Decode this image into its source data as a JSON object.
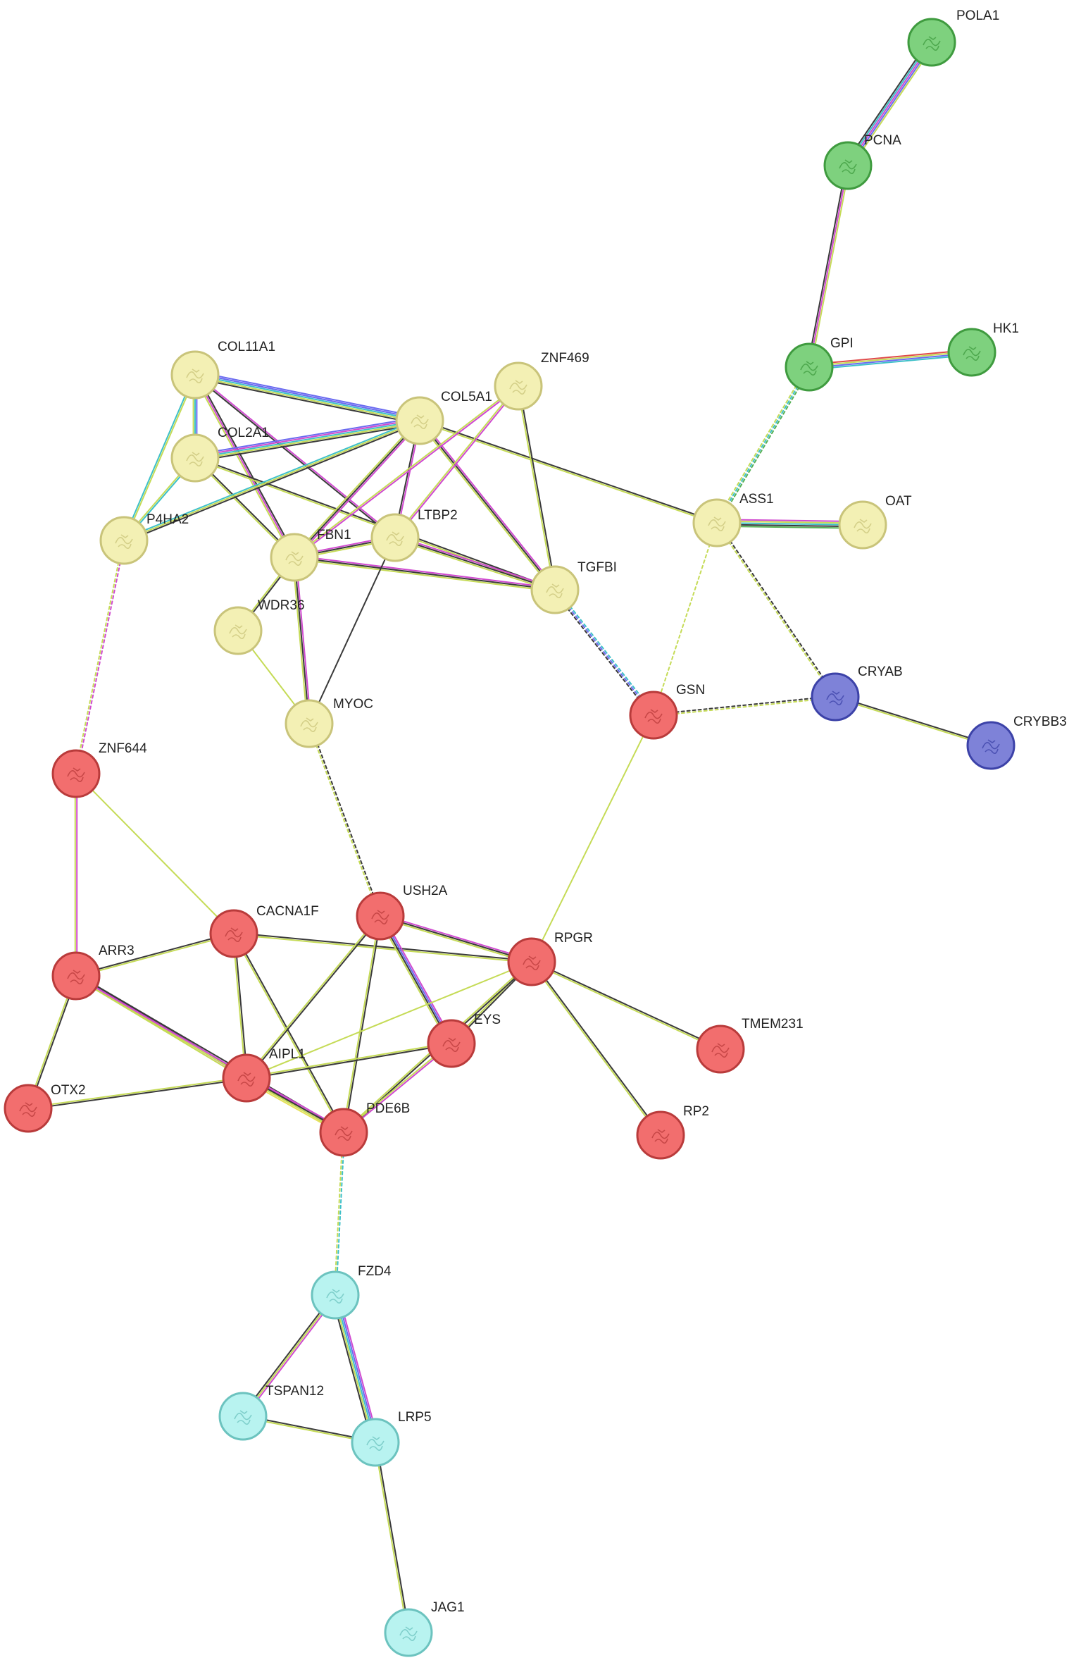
{
  "network": {
    "palette": {
      "yellow": {
        "fill": "#f3f0b4",
        "stroke": "#c9c47a"
      },
      "green": {
        "fill": "#7ed17e",
        "stroke": "#3f9b3f"
      },
      "red": {
        "fill": "#f26e6e",
        "stroke": "#b93b3b"
      },
      "blue": {
        "fill": "#7e82d8",
        "stroke": "#3c42a8"
      },
      "cyan": {
        "fill": "#b8f3f0",
        "stroke": "#6cc3bf"
      }
    },
    "edge_colors": {
      "black": "#3a3a3a",
      "lime": "#c5db56",
      "magenta": "#d04ad0",
      "blue": "#6a6af0",
      "cyan": "#3ec0c8",
      "green": "#55b055",
      "red": "#e04a4a",
      "yellow": "#e6e05a"
    },
    "nodes": [
      {
        "id": "POLA1",
        "label": "POLA1",
        "group": "green"
      },
      {
        "id": "PCNA",
        "label": "PCNA",
        "group": "green"
      },
      {
        "id": "GPI",
        "label": "GPI",
        "group": "green"
      },
      {
        "id": "HK1",
        "label": "HK1",
        "group": "green"
      },
      {
        "id": "COL11A1",
        "label": "COL11A1",
        "group": "yellow"
      },
      {
        "id": "ZNF469",
        "label": "ZNF469",
        "group": "yellow"
      },
      {
        "id": "COL5A1",
        "label": "COL5A1",
        "group": "yellow"
      },
      {
        "id": "COL2A1",
        "label": "COL2A1",
        "group": "yellow"
      },
      {
        "id": "P4HA2",
        "label": "P4HA2",
        "group": "yellow"
      },
      {
        "id": "FBN1",
        "label": "FBN1",
        "group": "yellow"
      },
      {
        "id": "LTBP2",
        "label": "LTBP2",
        "group": "yellow"
      },
      {
        "id": "ASS1",
        "label": "ASS1",
        "group": "yellow"
      },
      {
        "id": "OAT",
        "label": "OAT",
        "group": "yellow"
      },
      {
        "id": "TGFBI",
        "label": "TGFBI",
        "group": "yellow"
      },
      {
        "id": "WDR36",
        "label": "WDR36",
        "group": "yellow"
      },
      {
        "id": "MYOC",
        "label": "MYOC",
        "group": "yellow"
      },
      {
        "id": "GSN",
        "label": "GSN",
        "group": "red"
      },
      {
        "id": "CRYAB",
        "label": "CRYAB",
        "group": "blue"
      },
      {
        "id": "CRYBB3",
        "label": "CRYBB3",
        "group": "blue"
      },
      {
        "id": "ZNF644",
        "label": "ZNF644",
        "group": "red"
      },
      {
        "id": "USH2A",
        "label": "USH2A",
        "group": "red"
      },
      {
        "id": "CACNA1F",
        "label": "CACNA1F",
        "group": "red"
      },
      {
        "id": "RPGR",
        "label": "RPGR",
        "group": "red"
      },
      {
        "id": "ARR3",
        "label": "ARR3",
        "group": "red"
      },
      {
        "id": "EYS",
        "label": "EYS",
        "group": "red"
      },
      {
        "id": "TMEM231",
        "label": "TMEM231",
        "group": "red"
      },
      {
        "id": "AIPL1",
        "label": "AIPL1",
        "group": "red"
      },
      {
        "id": "OTX2",
        "label": "OTX2",
        "group": "red"
      },
      {
        "id": "PDE6B",
        "label": "PDE6B",
        "group": "red"
      },
      {
        "id": "RP2",
        "label": "RP2",
        "group": "red"
      },
      {
        "id": "FZD4",
        "label": "FZD4",
        "group": "cyan"
      },
      {
        "id": "TSPAN12",
        "label": "TSPAN12",
        "group": "cyan"
      },
      {
        "id": "LRP5",
        "label": "LRP5",
        "group": "cyan"
      },
      {
        "id": "JAG1",
        "label": "JAG1",
        "group": "cyan"
      }
    ],
    "edges": [
      {
        "source": "POLA1",
        "target": "PCNA",
        "colors": [
          "lime",
          "blue",
          "magenta",
          "cyan",
          "black"
        ],
        "dashed": false
      },
      {
        "source": "PCNA",
        "target": "GPI",
        "colors": [
          "lime",
          "magenta",
          "black"
        ],
        "dashed": false
      },
      {
        "source": "GPI",
        "target": "HK1",
        "colors": [
          "red",
          "lime",
          "blue",
          "cyan"
        ],
        "dashed": false
      },
      {
        "source": "GPI",
        "target": "ASS1",
        "colors": [
          "green",
          "cyan",
          "lime"
        ],
        "dashed": true
      },
      {
        "source": "COL11A1",
        "target": "COL5A1",
        "colors": [
          "blue",
          "blue",
          "cyan",
          "lime",
          "black"
        ],
        "dashed": false
      },
      {
        "source": "COL11A1",
        "target": "COL2A1",
        "colors": [
          "blue",
          "cyan",
          "lime"
        ],
        "dashed": false
      },
      {
        "source": "COL11A1",
        "target": "P4HA2",
        "colors": [
          "lime",
          "cyan"
        ],
        "dashed": false
      },
      {
        "source": "COL11A1",
        "target": "FBN1",
        "colors": [
          "black",
          "magenta",
          "lime"
        ],
        "dashed": false
      },
      {
        "source": "COL11A1",
        "target": "LTBP2",
        "colors": [
          "magenta",
          "black"
        ],
        "dashed": false
      },
      {
        "source": "COL2A1",
        "target": "COL5A1",
        "colors": [
          "blue",
          "magenta",
          "cyan",
          "lime",
          "black"
        ],
        "dashed": false
      },
      {
        "source": "COL2A1",
        "target": "P4HA2",
        "colors": [
          "cyan",
          "lime"
        ],
        "dashed": false
      },
      {
        "source": "COL2A1",
        "target": "FBN1",
        "colors": [
          "black",
          "lime"
        ],
        "dashed": false
      },
      {
        "source": "COL2A1",
        "target": "TGFBI",
        "colors": [
          "black",
          "lime"
        ],
        "dashed": false
      },
      {
        "source": "P4HA2",
        "target": "COL5A1",
        "colors": [
          "cyan",
          "lime",
          "black"
        ],
        "dashed": false
      },
      {
        "source": "COL5A1",
        "target": "FBN1",
        "colors": [
          "magenta",
          "black",
          "lime"
        ],
        "dashed": false
      },
      {
        "source": "COL5A1",
        "target": "LTBP2",
        "colors": [
          "magenta",
          "black"
        ],
        "dashed": false
      },
      {
        "source": "COL5A1",
        "target": "TGFBI",
        "colors": [
          "magenta",
          "black",
          "lime"
        ],
        "dashed": false
      },
      {
        "source": "COL5A1",
        "target": "ASS1",
        "colors": [
          "black",
          "lime"
        ],
        "dashed": false
      },
      {
        "source": "ZNF469",
        "target": "FBN1",
        "colors": [
          "magenta",
          "lime"
        ],
        "dashed": false
      },
      {
        "source": "ZNF469",
        "target": "LTBP2",
        "colors": [
          "magenta",
          "lime"
        ],
        "dashed": false
      },
      {
        "source": "ZNF469",
        "target": "TGFBI",
        "colors": [
          "black",
          "lime"
        ],
        "dashed": false
      },
      {
        "source": "FBN1",
        "target": "LTBP2",
        "colors": [
          "magenta",
          "black",
          "lime"
        ],
        "dashed": false
      },
      {
        "source": "FBN1",
        "target": "TGFBI",
        "colors": [
          "magenta",
          "black",
          "lime"
        ],
        "dashed": false
      },
      {
        "source": "FBN1",
        "target": "WDR36",
        "colors": [
          "black",
          "lime"
        ],
        "dashed": false
      },
      {
        "source": "FBN1",
        "target": "MYOC",
        "colors": [
          "magenta",
          "black",
          "lime"
        ],
        "dashed": false
      },
      {
        "source": "LTBP2",
        "target": "TGFBI",
        "colors": [
          "magenta",
          "black",
          "lime"
        ],
        "dashed": false
      },
      {
        "source": "LTBP2",
        "target": "MYOC",
        "colors": [
          "black"
        ],
        "dashed": false
      },
      {
        "source": "WDR36",
        "target": "MYOC",
        "colors": [
          "lime"
        ],
        "dashed": false
      },
      {
        "source": "MYOC",
        "target": "USH2A",
        "colors": [
          "black",
          "lime"
        ],
        "dashed": true
      },
      {
        "source": "TGFBI",
        "target": "GSN",
        "colors": [
          "cyan",
          "blue",
          "black"
        ],
        "dashed": true
      },
      {
        "source": "ASS1",
        "target": "OAT",
        "colors": [
          "magenta",
          "lime",
          "cyan",
          "black",
          "green"
        ],
        "dashed": false
      },
      {
        "source": "ASS1",
        "target": "GSN",
        "colors": [
          "lime"
        ],
        "dashed": true
      },
      {
        "source": "ASS1",
        "target": "CRYAB",
        "colors": [
          "black",
          "lime"
        ],
        "dashed": true
      },
      {
        "source": "GSN",
        "target": "CRYAB",
        "colors": [
          "black",
          "lime"
        ],
        "dashed": true
      },
      {
        "source": "CRYAB",
        "target": "CRYBB3",
        "colors": [
          "black",
          "lime"
        ],
        "dashed": false
      },
      {
        "source": "GSN",
        "target": "RPGR",
        "colors": [
          "lime"
        ],
        "dashed": false
      },
      {
        "source": "P4HA2",
        "target": "ZNF644",
        "colors": [
          "magenta",
          "lime"
        ],
        "dashed": true
      },
      {
        "source": "ZNF644",
        "target": "ARR3",
        "colors": [
          "magenta",
          "lime"
        ],
        "dashed": false
      },
      {
        "source": "ZNF644",
        "target": "CACNA1F",
        "colors": [
          "lime"
        ],
        "dashed": false
      },
      {
        "source": "ARR3",
        "target": "CACNA1F",
        "colors": [
          "black",
          "lime"
        ],
        "dashed": false
      },
      {
        "source": "ARR3",
        "target": "AIPL1",
        "colors": [
          "black",
          "magenta",
          "lime"
        ],
        "dashed": false
      },
      {
        "source": "ARR3",
        "target": "OTX2",
        "colors": [
          "black",
          "lime"
        ],
        "dashed": false
      },
      {
        "source": "ARR3",
        "target": "PDE6B",
        "colors": [
          "black",
          "magenta",
          "lime"
        ],
        "dashed": false
      },
      {
        "source": "CACNA1F",
        "target": "AIPL1",
        "colors": [
          "black",
          "lime"
        ],
        "dashed": false
      },
      {
        "source": "CACNA1F",
        "target": "PDE6B",
        "colors": [
          "black",
          "lime"
        ],
        "dashed": false
      },
      {
        "source": "CACNA1F",
        "target": "RPGR",
        "colors": [
          "black",
          "lime"
        ],
        "dashed": false
      },
      {
        "source": "USH2A",
        "target": "RPGR",
        "colors": [
          "magenta",
          "black",
          "lime"
        ],
        "dashed": false
      },
      {
        "source": "USH2A",
        "target": "EYS",
        "colors": [
          "magenta",
          "blue",
          "black",
          "lime"
        ],
        "dashed": false
      },
      {
        "source": "USH2A",
        "target": "AIPL1",
        "colors": [
          "black",
          "lime"
        ],
        "dashed": false
      },
      {
        "source": "USH2A",
        "target": "PDE6B",
        "colors": [
          "black",
          "lime"
        ],
        "dashed": false
      },
      {
        "source": "RPGR",
        "target": "EYS",
        "colors": [
          "black",
          "lime"
        ],
        "dashed": false
      },
      {
        "source": "RPGR",
        "target": "AIPL1",
        "colors": [
          "lime"
        ],
        "dashed": false
      },
      {
        "source": "RPGR",
        "target": "PDE6B",
        "colors": [
          "black",
          "lime"
        ],
        "dashed": false
      },
      {
        "source": "RPGR",
        "target": "TMEM231",
        "colors": [
          "black",
          "lime"
        ],
        "dashed": false
      },
      {
        "source": "RPGR",
        "target": "RP2",
        "colors": [
          "black",
          "lime"
        ],
        "dashed": false
      },
      {
        "source": "EYS",
        "target": "AIPL1",
        "colors": [
          "black",
          "lime"
        ],
        "dashed": false
      },
      {
        "source": "EYS",
        "target": "PDE6B",
        "colors": [
          "magenta",
          "lime"
        ],
        "dashed": false
      },
      {
        "source": "AIPL1",
        "target": "OTX2",
        "colors": [
          "black",
          "lime"
        ],
        "dashed": false
      },
      {
        "source": "AIPL1",
        "target": "PDE6B",
        "colors": [
          "magenta",
          "black",
          "lime",
          "yellow"
        ],
        "dashed": false
      },
      {
        "source": "PDE6B",
        "target": "FZD4",
        "colors": [
          "cyan",
          "lime"
        ],
        "dashed": true
      },
      {
        "source": "FZD4",
        "target": "TSPAN12",
        "colors": [
          "magenta",
          "lime",
          "black"
        ],
        "dashed": false
      },
      {
        "source": "FZD4",
        "target": "LRP5",
        "colors": [
          "magenta",
          "blue",
          "cyan",
          "lime",
          "black"
        ],
        "dashed": false
      },
      {
        "source": "TSPAN12",
        "target": "LRP5",
        "colors": [
          "black",
          "lime"
        ],
        "dashed": false
      },
      {
        "source": "LRP5",
        "target": "JAG1",
        "colors": [
          "black",
          "lime"
        ],
        "dashed": false
      }
    ]
  }
}
